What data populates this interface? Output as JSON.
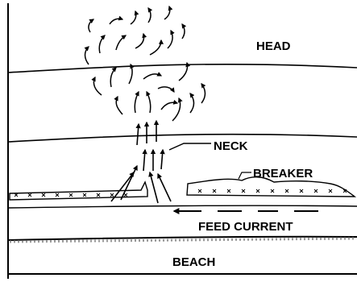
{
  "labels": {
    "head": "HEAD",
    "neck": "NECK",
    "breaker": "BREAKER",
    "feed_current": "FEED CURRENT",
    "beach": "BEACH"
  },
  "colors": {
    "ink": "#000000",
    "background": "#ffffff"
  }
}
